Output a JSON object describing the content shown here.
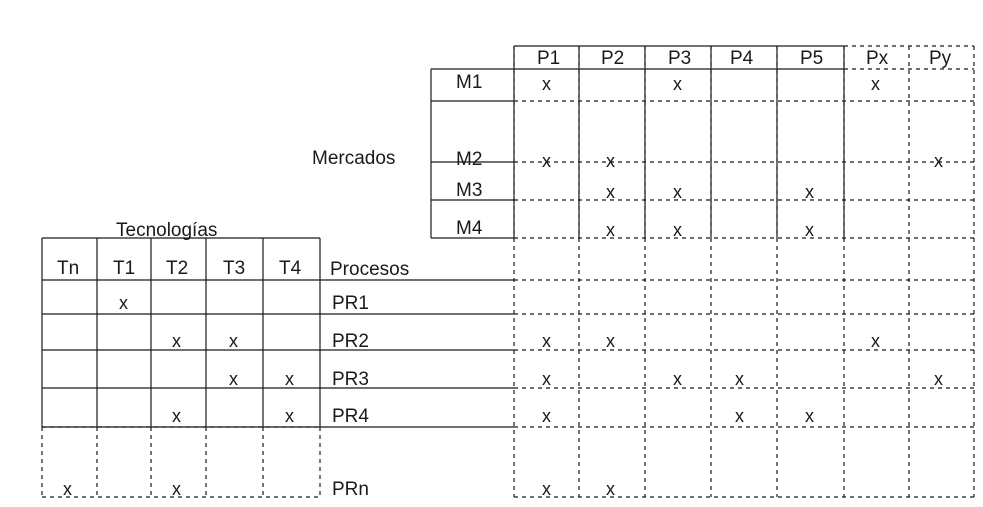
{
  "markets_label": "Mercados",
  "technologies_label": "Tecnologías",
  "processes_label": "Procesos",
  "products": [
    "P1",
    "P2",
    "P3",
    "P4",
    "P5",
    "Px",
    "Py"
  ],
  "markets": [
    "M1",
    "M2",
    "M3",
    "M4"
  ],
  "technologies": [
    "Tn",
    "T1",
    "T2",
    "T3",
    "T4"
  ],
  "processes": [
    "PR1",
    "PR2",
    "PR3",
    "PR4",
    "PRn"
  ],
  "mark": "x",
  "market_product_marks": [
    [
      "M1",
      "P1"
    ],
    [
      "M1",
      "P3"
    ],
    [
      "M1",
      "Px"
    ],
    [
      "M2",
      "P1"
    ],
    [
      "M2",
      "P2"
    ],
    [
      "M2",
      "Py"
    ],
    [
      "M3",
      "P2"
    ],
    [
      "M3",
      "P3"
    ],
    [
      "M3",
      "P5"
    ],
    [
      "M4",
      "P2"
    ],
    [
      "M4",
      "P3"
    ],
    [
      "M4",
      "P5"
    ]
  ],
  "process_technology_marks": [
    [
      "PR1",
      "T1"
    ],
    [
      "PR2",
      "T2"
    ],
    [
      "PR2",
      "T3"
    ],
    [
      "PR3",
      "T3"
    ],
    [
      "PR3",
      "T4"
    ],
    [
      "PR4",
      "T2"
    ],
    [
      "PR4",
      "T4"
    ],
    [
      "PRn",
      "Tn"
    ],
    [
      "PRn",
      "T2"
    ]
  ],
  "process_product_marks": [
    [
      "PR2",
      "P1"
    ],
    [
      "PR2",
      "P2"
    ],
    [
      "PR2",
      "Px"
    ],
    [
      "PR3",
      "P1"
    ],
    [
      "PR3",
      "P3"
    ],
    [
      "PR3",
      "P4"
    ],
    [
      "PR3",
      "Py"
    ],
    [
      "PR4",
      "P1"
    ],
    [
      "PR4",
      "P4"
    ],
    [
      "PR4",
      "P5"
    ],
    [
      "PRn",
      "P1"
    ],
    [
      "PRn",
      "P2"
    ]
  ]
}
